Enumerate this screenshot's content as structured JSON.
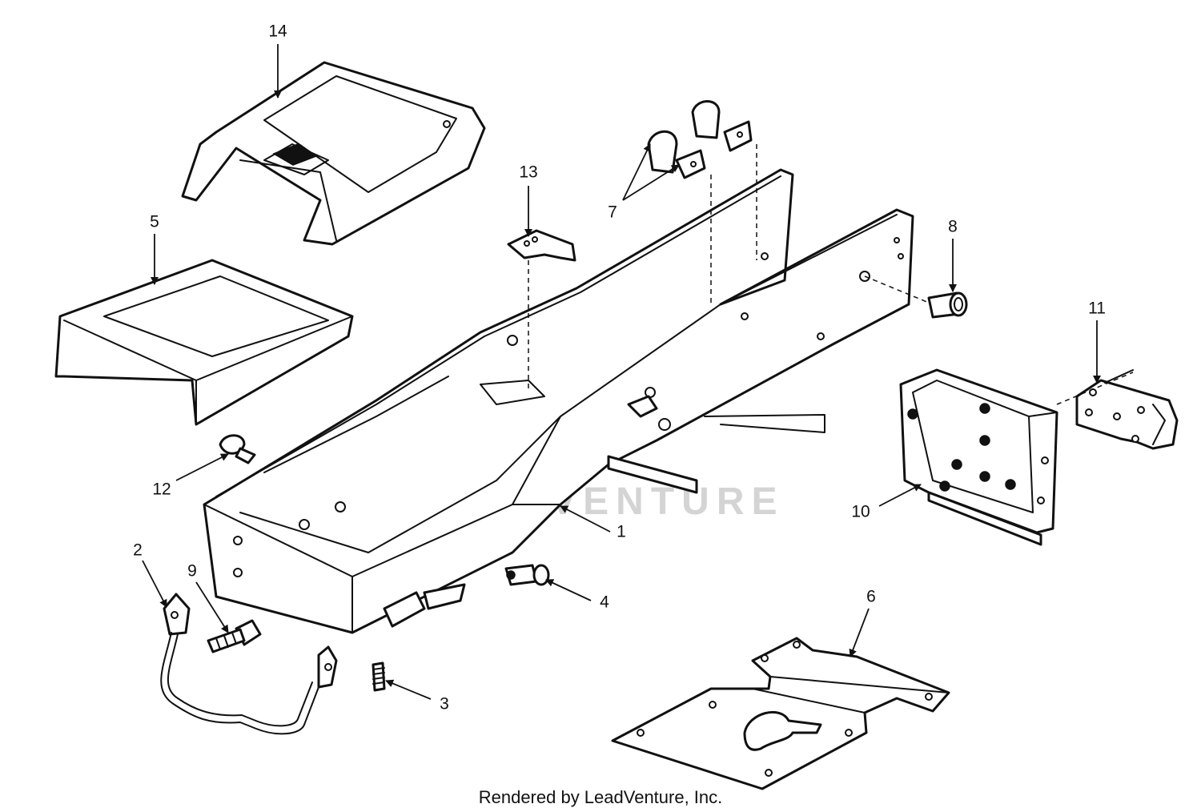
{
  "diagram": {
    "callouts": [
      "1",
      "2",
      "3",
      "4",
      "5",
      "6",
      "7",
      "8",
      "9",
      "10",
      "11",
      "12",
      "13",
      "14"
    ],
    "watermark": "LEADVENTURE",
    "footer": "Rendered by LeadVenture, Inc."
  }
}
